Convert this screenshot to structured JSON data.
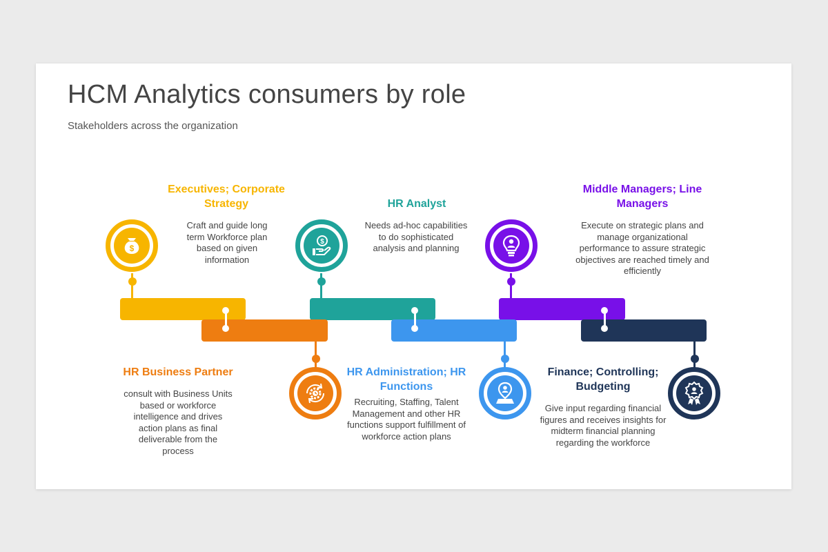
{
  "title": "HCM Analytics consumers by role",
  "subtitle": "Stakeholders across the organization",
  "colors": {
    "executives": "#f7b500",
    "hr_business_partner": "#ee7d11",
    "hr_analyst": "#1fa39a",
    "hr_administration": "#3d96ee",
    "middle_managers": "#7810e8",
    "finance": "#1f3558"
  },
  "roles": [
    {
      "heading": "Executives; Corporate Strategy",
      "description": "Craft and guide long term Workforce plan based on given information",
      "icon": "money-bag-icon"
    },
    {
      "heading": "HR Business Partner",
      "description": "consult with Business Units based or workforce intelligence and drives action plans as final deliverable from the process",
      "icon": "gear-clock-icon"
    },
    {
      "heading": "HR Analyst",
      "description": "Needs ad-hoc capabilities to do sophisticated analysis and planning",
      "icon": "hand-money-icon"
    },
    {
      "heading": "HR Administration; HR Functions",
      "description": "Recruiting, Staffing, Talent Management and other HR functions support fulfillment of workforce action plans",
      "icon": "location-person-icon"
    },
    {
      "heading": "Middle Managers; Line Managers",
      "description": "Execute on strategic plans and manage organizational performance to assure strategic objectives are reached timely and efficiently",
      "icon": "lightbulb-person-icon"
    },
    {
      "heading": "Finance; Controlling; Budgeting",
      "description": "Give input regarding financial figures and receives insights for midterm financial planning regarding the workforce",
      "icon": "award-badge-icon"
    }
  ]
}
